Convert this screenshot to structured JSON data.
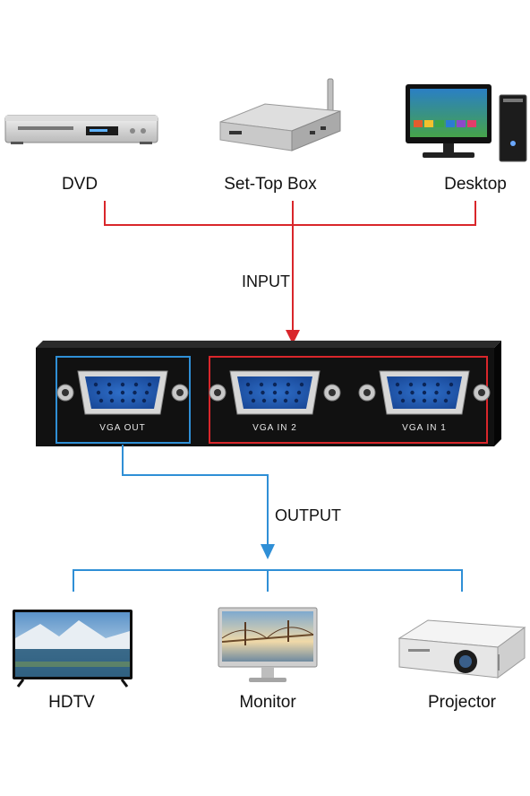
{
  "inputs": {
    "devices": [
      {
        "label": "DVD",
        "icon": "dvd-player-icon"
      },
      {
        "label": "Set-Top Box",
        "icon": "set-top-box-icon"
      },
      {
        "label": "Desktop",
        "icon": "desktop-computer-icon"
      }
    ],
    "flow_label": "INPUT",
    "line_color": "#d9262b"
  },
  "switch": {
    "ports": [
      {
        "label": "VGA OUT"
      },
      {
        "label": "VGA IN 2"
      },
      {
        "label": "VGA IN 1"
      }
    ],
    "output_box_color": "#2f8fd6",
    "input_box_color": "#d9262b"
  },
  "outputs": {
    "flow_label": "OUTPUT",
    "line_color": "#2f8fd6",
    "devices": [
      {
        "label": "HDTV",
        "icon": "hdtv-icon"
      },
      {
        "label": "Monitor",
        "icon": "monitor-icon"
      },
      {
        "label": "Projector",
        "icon": "projector-icon"
      }
    ]
  }
}
